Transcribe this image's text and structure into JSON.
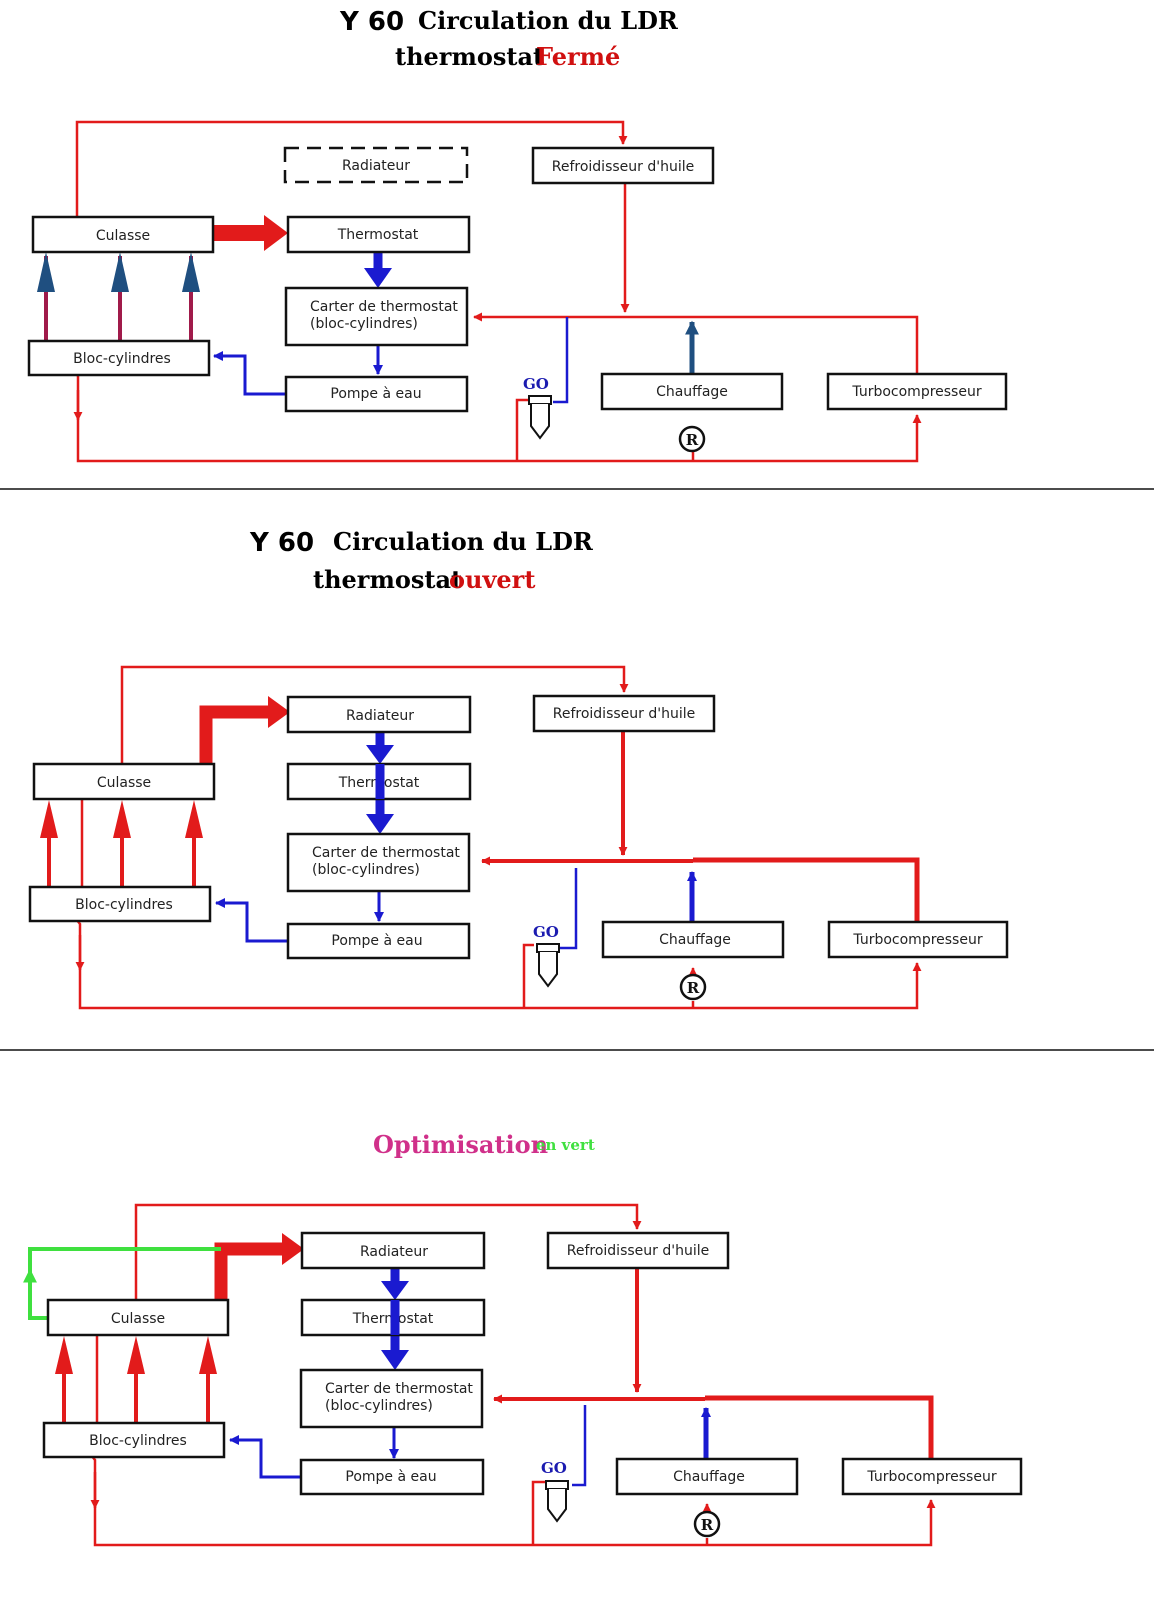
{
  "section1": {
    "title_code": "Y 60",
    "title_main": "Circulation du LDR",
    "subtitle_label": "thermostat",
    "subtitle_state": "Fermé"
  },
  "section2": {
    "title_code": "Y 60",
    "title_main": "Circulation du LDR",
    "subtitle_label": "thermostat",
    "subtitle_state": "ouvert"
  },
  "section3": {
    "title_main": "Optimisation",
    "title_note": "en vert"
  },
  "boxes": {
    "radiateur": "Radiateur",
    "refroidisseur": "Refroidisseur d'huile",
    "culasse": "Culasse",
    "thermostat": "Thermostat",
    "carter_line1": "Carter de thermostat",
    "carter_line2": "(bloc-cylindres)",
    "bloc": "Bloc-cylindres",
    "pompe": "Pompe à eau",
    "chauffage": "Chauffage",
    "turbo": "Turbocompresseur"
  },
  "symbols": {
    "go": "GO",
    "r": "R"
  },
  "colors": {
    "hot": "#e21b1b",
    "cold": "#1a1ad0",
    "heater_return": "#1f4f80",
    "optimisation": "#3fe03f",
    "title_state": "#d01010",
    "title_optimisation": "#d0308a"
  }
}
